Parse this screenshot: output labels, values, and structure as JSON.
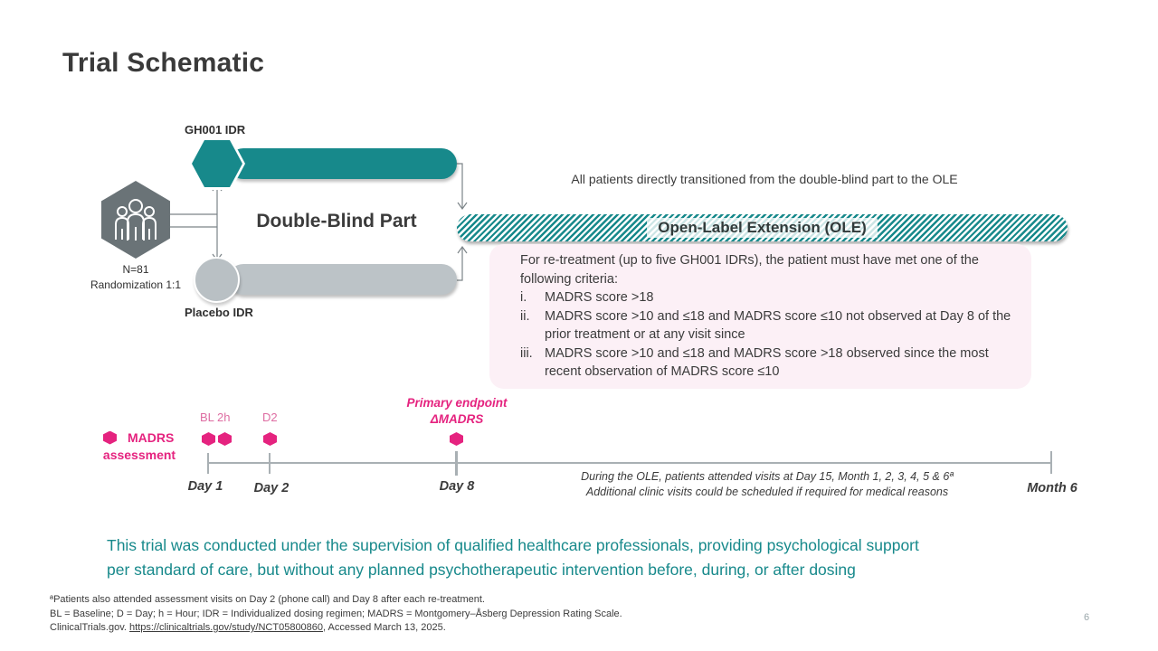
{
  "slide": {
    "title": "Trial Schematic",
    "page_number": "6"
  },
  "diagram": {
    "gh001_label": "GH001 IDR",
    "placebo_label": "Placebo IDR",
    "double_blind_label": "Double-Blind Part",
    "n_label": "N=81",
    "randomization_label": "Randomization 1:1",
    "transition_note": "All patients directly transitioned from the double-blind part to the OLE",
    "ole_label": "Open-Label Extension (OLE)",
    "criteria": {
      "intro": "For re-treatment (up to five GH001 IDRs), the patient must have met one of the following criteria:",
      "items": [
        {
          "num": "i.",
          "text": "MADRS score >18"
        },
        {
          "num": "ii.",
          "text": "MADRS score >10 and ≤18 and MADRS score ≤10 not observed at Day 8 of the prior treatment or at any visit since"
        },
        {
          "num": "iii.",
          "text": "MADRS score >10 and ≤18 and MADRS score >18 observed since the most recent observation of MADRS score ≤10"
        }
      ]
    }
  },
  "timeline": {
    "legend_line1": "MADRS",
    "legend_line2": "assessment",
    "bl_label": "BL 2h",
    "d2_label": "D2",
    "primary_endpoint_line1": "Primary endpoint",
    "primary_endpoint_line2": "ΔMADRS",
    "ticks": [
      "Day 1",
      "Day 2",
      "Day 8",
      "Month 6"
    ],
    "ole_note_line1": "During the OLE, patients attended visits at Day 15, Month 1, 2, 3, 4, 5 & 6ª",
    "ole_note_line2": "Additional clinic visits could be scheduled if required for medical reasons"
  },
  "supervision_note": {
    "line1": "This trial was conducted under the supervision of qualified healthcare professionals, providing psychological support",
    "line2": "per standard of care, but without any planned psychotherapeutic intervention before, during, or after dosing"
  },
  "footnotes": {
    "line1": "ªPatients also attended assessment visits on Day 2 (phone call) and Day 8 after each re-treatment.",
    "line2": "BL = Baseline; D = Day; h = Hour; IDR = Individualized dosing regimen; MADRS = Montgomery–Åsberg Depression Rating Scale.",
    "line3_prefix": "ClinicalTrials.gov. ",
    "line3_link": "https://clinicaltrials.gov/study/NCT05800860",
    "line3_suffix": ", Accessed March 13, 2025."
  },
  "colors": {
    "teal": "#17898B",
    "pink_marker": "#E5237F",
    "light_pink_box": "#FCF0F6",
    "gray_bar": "#BCC3C7",
    "gray_hexagon": "#6A7377",
    "dark_text": "#3B3B3B",
    "timeline_gray": "#A9B0B4"
  }
}
